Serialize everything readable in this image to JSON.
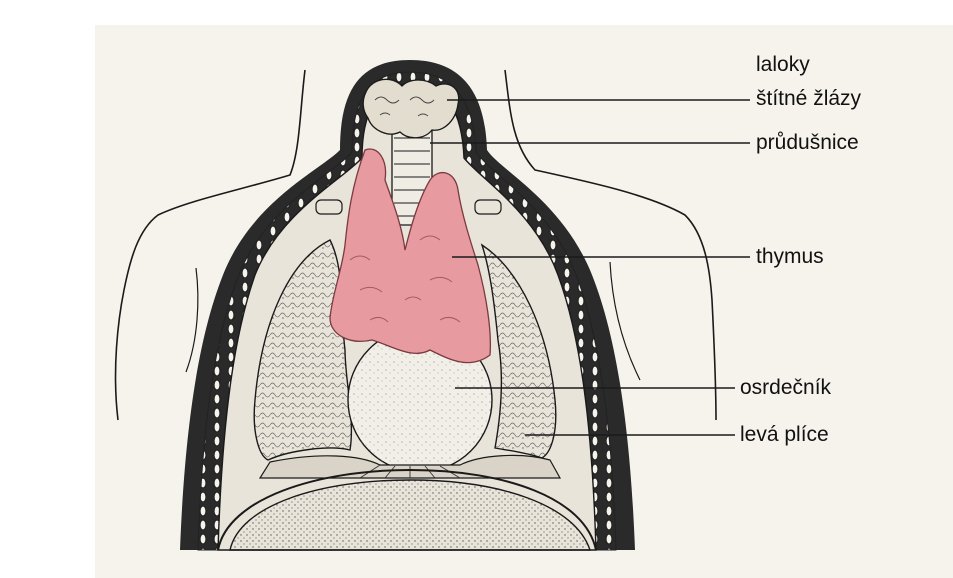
{
  "diagram": {
    "labels": {
      "thyroid_lobes_line1": "laloky",
      "thyroid_lobes_line2": "štítné žlázy",
      "trachea": "průdušnice",
      "thymus": "thymus",
      "pericardium": "osrdečník",
      "left_lung": "levá plíce"
    },
    "colors": {
      "thymus": "#e79aa0",
      "ink": "#1a1a1a",
      "paper": "#f6f3ec",
      "heart": "#f1efe8",
      "lung": "#ddd8cc"
    }
  }
}
